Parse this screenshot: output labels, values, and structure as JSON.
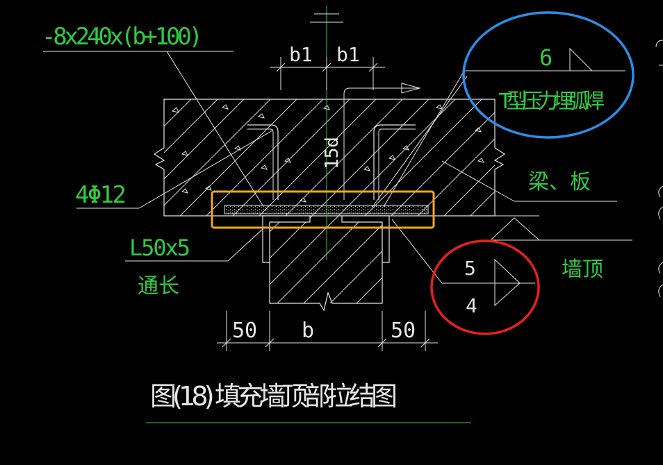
{
  "labels": {
    "plate_spec": "-8x240x(b+100)",
    "dim_b1_left": "b1",
    "dim_b1_right": "b1",
    "dim_15d": "15d",
    "rebar": "4Φ12",
    "weld_top_size": "6",
    "weld_top_type": "T型压力埋弧焊",
    "beam_slab": "梁、板",
    "angle_spec": "L50x5",
    "angle_through": "通长",
    "weld_side_top": "5",
    "weld_side_bottom": "4",
    "wall_top": "墙顶",
    "dim_50_left": "50",
    "dim_b": "b",
    "dim_50_right": "50",
    "caption": "图(18)  填充墙顶部拉结图"
  },
  "colors": {
    "background": "#000000",
    "text_green": "#2ecc40",
    "line_white": "#e6e6e6",
    "highlight_orange": "#f5a623",
    "highlight_blue": "#2b8fe6",
    "highlight_red": "#e8201a"
  }
}
